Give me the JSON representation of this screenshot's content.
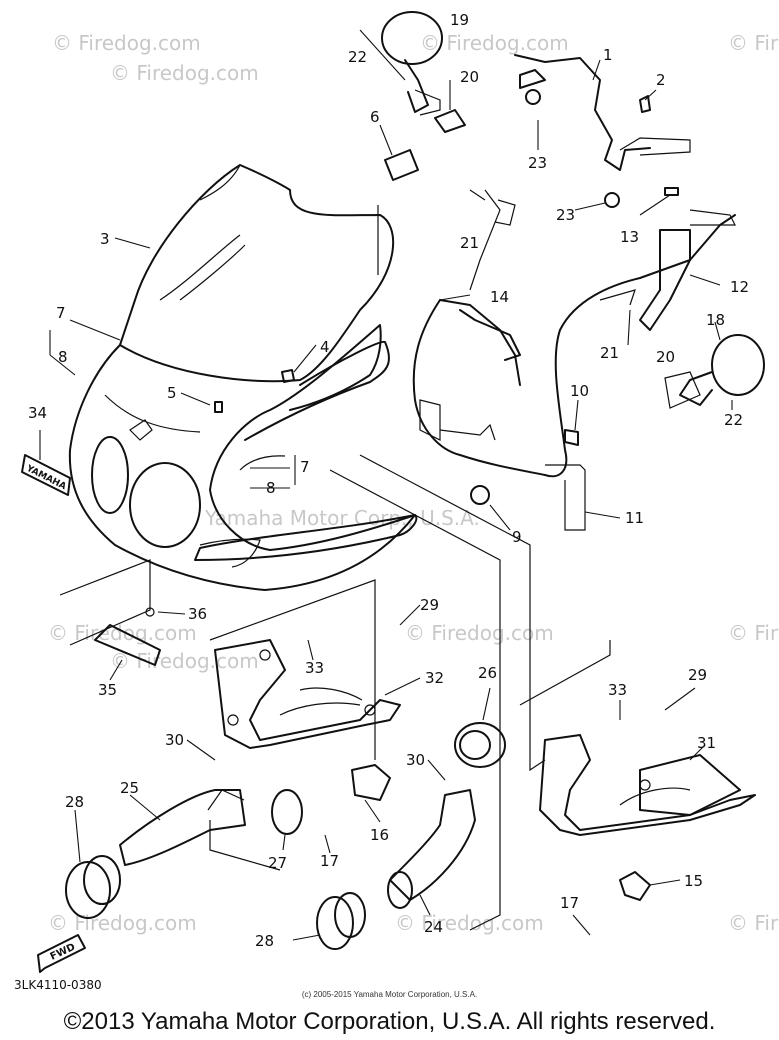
{
  "watermarks": [
    "© Firedog.com",
    "© Firedog.com",
    "© Firedog.com",
    "© Firedog.com",
    "© Firedog.com",
    "© Firedog.com",
    "© Firedog.com",
    "© Firedog.com",
    "© Firedog.com",
    "© Firedog.com",
    "© Firedog.com"
  ],
  "center_watermark": "Yamaha Motor Corp., U.S.A.",
  "labels": {
    "p1": "1",
    "p2": "2",
    "p3": "3",
    "p4": "4",
    "p5": "5",
    "p6": "6",
    "p7a": "7",
    "p7b": "7",
    "p8a": "8",
    "p8b": "8",
    "p9": "9",
    "p10": "10",
    "p11": "11",
    "p12": "12",
    "p13": "13",
    "p14": "14",
    "p15": "15",
    "p16": "16",
    "p17a": "17",
    "p17b": "17",
    "p18": "18",
    "p19": "19",
    "p20a": "20",
    "p20b": "20",
    "p21a": "21",
    "p21b": "21",
    "p22a": "22",
    "p22b": "22",
    "p23a": "23",
    "p23b": "23",
    "p24": "24",
    "p25": "25",
    "p26": "26",
    "p27": "27",
    "p28a": "28",
    "p28b": "28",
    "p29a": "29",
    "p29b": "29",
    "p30a": "30",
    "p30b": "30",
    "p31": "31",
    "p32": "32",
    "p33a": "33",
    "p33b": "33",
    "p34": "34",
    "p35": "35",
    "p36": "36"
  },
  "emblem_text": "YAMAHA",
  "fwd_text": "FWD",
  "diagram_code": "3LK4110-0380",
  "center_copyright": "(c) 2005-2015 Yamaha Motor Corporation, U.S.A.",
  "copyright": "©2013 Yamaha Motor Corporation, U.S.A. All rights reserved."
}
